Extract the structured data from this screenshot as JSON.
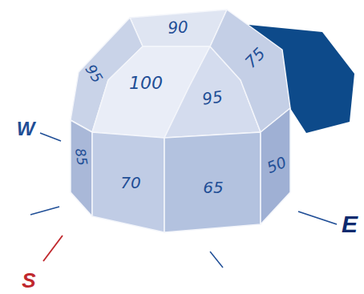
{
  "diagram": {
    "nodes": [
      {
        "text": [
          "90"
        ]
      },
      {
        "text": [
          "95"
        ]
      },
      {
        "text": [
          "100"
        ]
      },
      {
        "text": [
          "95"
        ]
      },
      {
        "text": [
          "75"
        ]
      },
      {
        "text": [
          "85"
        ]
      },
      {
        "text": [
          "70"
        ]
      },
      {
        "text": [
          "65"
        ]
      },
      {
        "text": [
          "50"
        ]
      }
    ],
    "labels": [
      "W",
      "S",
      "E"
    ]
  }
}
